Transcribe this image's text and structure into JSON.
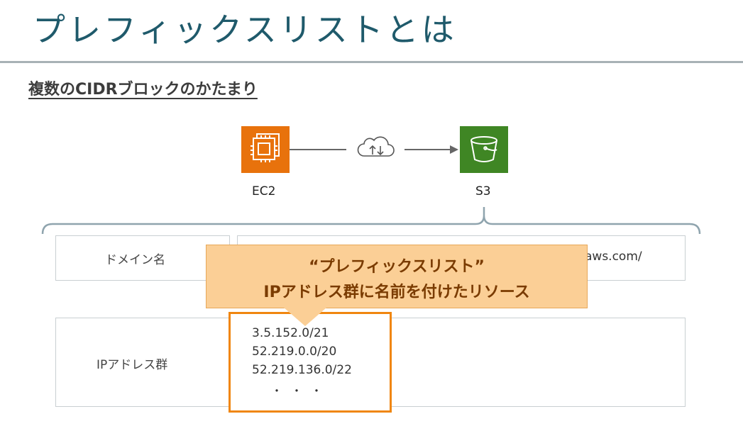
{
  "slide": {
    "title": "プレフィックスリストとは",
    "subtitle": "複数のCIDRブロックのかたまり"
  },
  "diagram": {
    "ec2_label": "EC2",
    "s3_label": "S3",
    "icons": [
      "ec2-instance-icon",
      "cloud-transfer-icon",
      "s3-bucket-icon"
    ],
    "colors": {
      "ec2": "#e8720c",
      "s3": "#3f8624",
      "highlight": "#f0860f",
      "callout": "#fbcf96",
      "title": "#1f5a6b"
    }
  },
  "table": {
    "domain_label": "ドメイン名",
    "domain_value": "aws.com/",
    "ip_label": "IPアドレス群",
    "ip_list": [
      "3.5.152.0/21",
      "52.219.0.0/20",
      "52.219.136.0/22"
    ],
    "ip_more": "・・・"
  },
  "callout": {
    "line1": "“プレフィックスリスト”",
    "line2": "IPアドレス群に名前を付けたリソース"
  }
}
